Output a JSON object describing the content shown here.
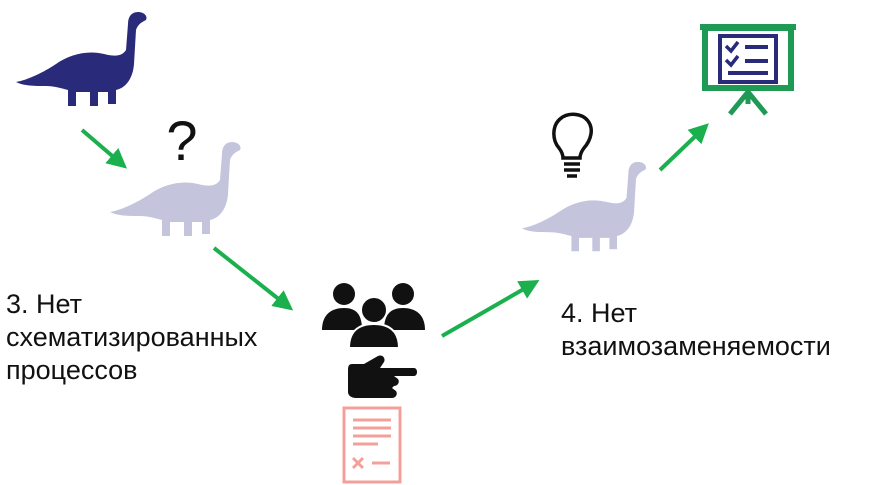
{
  "labels": {
    "problem_3": {
      "line1": "3. Нет",
      "line2": "схематизированных",
      "line3": "процессов"
    },
    "problem_4": {
      "line1": "4. Нет",
      "line2": "взаимозаменяемости"
    }
  },
  "symbols": {
    "question": "?"
  },
  "icons": [
    "dinosaur-icon",
    "dinosaur-faded-icon",
    "question-mark-icon",
    "team-icon",
    "pointing-hand-icon",
    "document-checklist-icon",
    "lightbulb-icon",
    "presentation-board-icon",
    "arrow-icon"
  ],
  "colors": {
    "dino_dark": "#2a2a7a",
    "dino_faded": "#c4c4dc",
    "arrow": "#1ab04e",
    "board": "#1e9a55",
    "document": "#f4a09a",
    "icon_black": "#111111"
  }
}
